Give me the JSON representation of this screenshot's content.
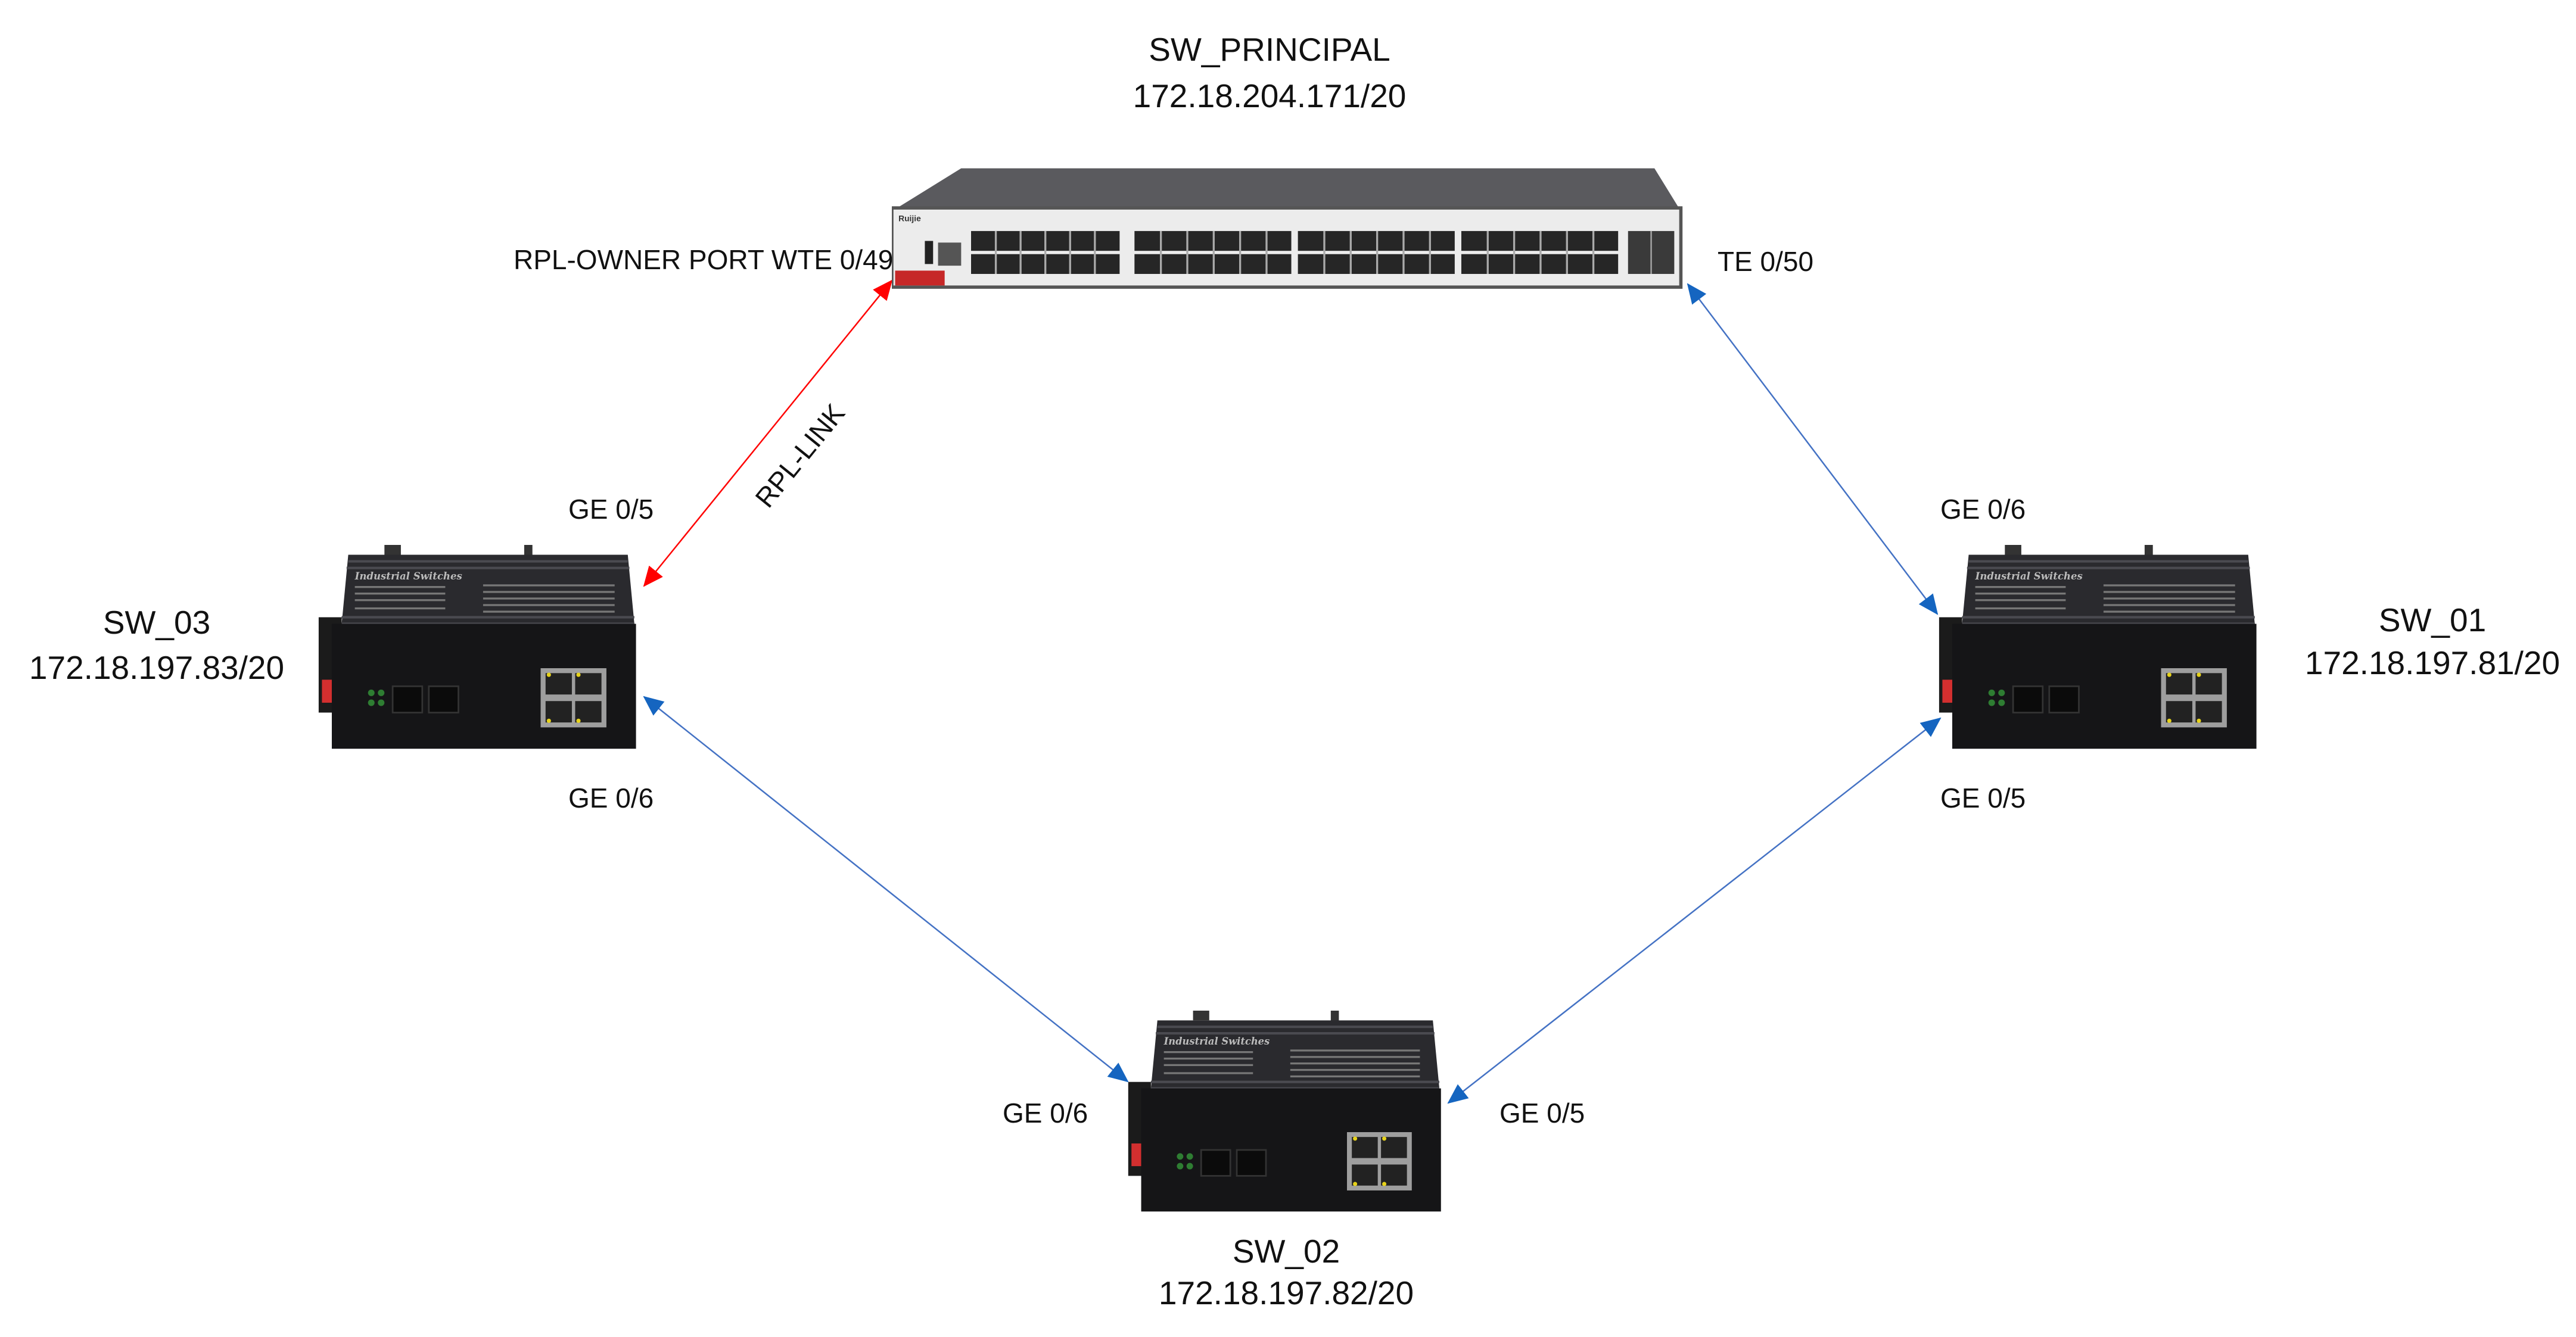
{
  "colors": {
    "rpl_link": "#ff0000",
    "ring_link": "#4472c4",
    "arrow_blue": "#1565c0"
  },
  "devices": {
    "principal": {
      "name": "SW_PRINCIPAL",
      "ip": "172.18.204.171/20",
      "icon": "rack-switch-48-port"
    },
    "sw01": {
      "name": "SW_01",
      "ip": "172.18.197.81/20",
      "icon": "industrial-switch"
    },
    "sw02": {
      "name": "SW_02",
      "ip": "172.18.197.82/20",
      "icon": "industrial-switch"
    },
    "sw03": {
      "name": "SW_03",
      "ip": "172.18.197.83/20",
      "icon": "industrial-switch"
    }
  },
  "ports": {
    "principal_rpl": "RPL-OWNER PORT WTE 0/49",
    "principal_te": "TE 0/50",
    "sw03_top": "GE 0/5",
    "sw03_bottom": "GE 0/6",
    "sw01_top": "GE 0/6",
    "sw01_bottom": "GE 0/5",
    "sw02_left": "GE 0/6",
    "sw02_right": "GE 0/5"
  },
  "links": {
    "rpl_label": "RPL-LINK"
  }
}
